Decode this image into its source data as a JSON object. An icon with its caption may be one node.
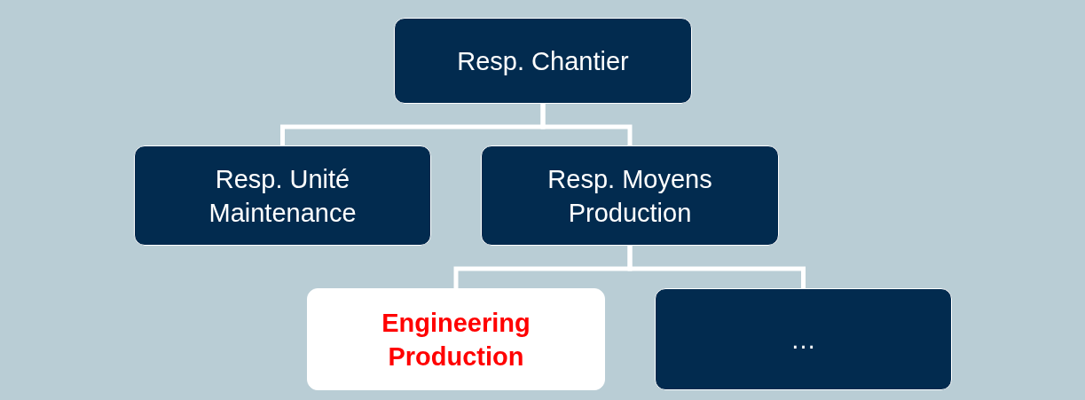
{
  "diagram": {
    "nodes": [
      {
        "text": [
          "Resp. Chantier"
        ]
      },
      {
        "text": [
          "Resp. Unité Maintenance"
        ]
      },
      {
        "text": [
          "Resp. Moyens Production"
        ]
      },
      {
        "text": [
          "Engineering Production"
        ]
      },
      {
        "text": [
          "…"
        ]
      }
    ],
    "edges": [
      {
        "from": 0,
        "to": 1,
        "arrow": "none"
      },
      {
        "from": 0,
        "to": 2,
        "arrow": "none"
      },
      {
        "from": 2,
        "to": 3,
        "arrow": "none"
      },
      {
        "from": 2,
        "to": 4,
        "arrow": "none"
      }
    ]
  }
}
